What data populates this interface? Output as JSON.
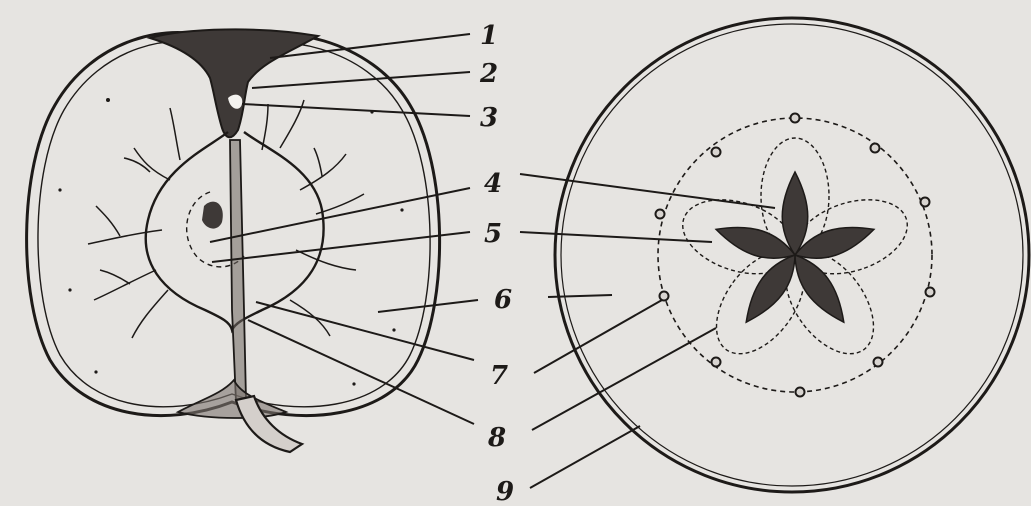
{
  "callouts": [
    {
      "id": "1",
      "label": "1"
    },
    {
      "id": "2",
      "label": "2"
    },
    {
      "id": "3",
      "label": "3"
    },
    {
      "id": "4",
      "label": "4"
    },
    {
      "id": "5",
      "label": "5"
    },
    {
      "id": "6",
      "label": "6"
    },
    {
      "id": "7",
      "label": "7"
    },
    {
      "id": "8",
      "label": "8"
    },
    {
      "id": "9",
      "label": "9"
    }
  ],
  "colors": {
    "background": "#e6e4e1",
    "ink": "#1d1a18",
    "fill_dark": "#3e3937",
    "stem": "#6e6661"
  }
}
